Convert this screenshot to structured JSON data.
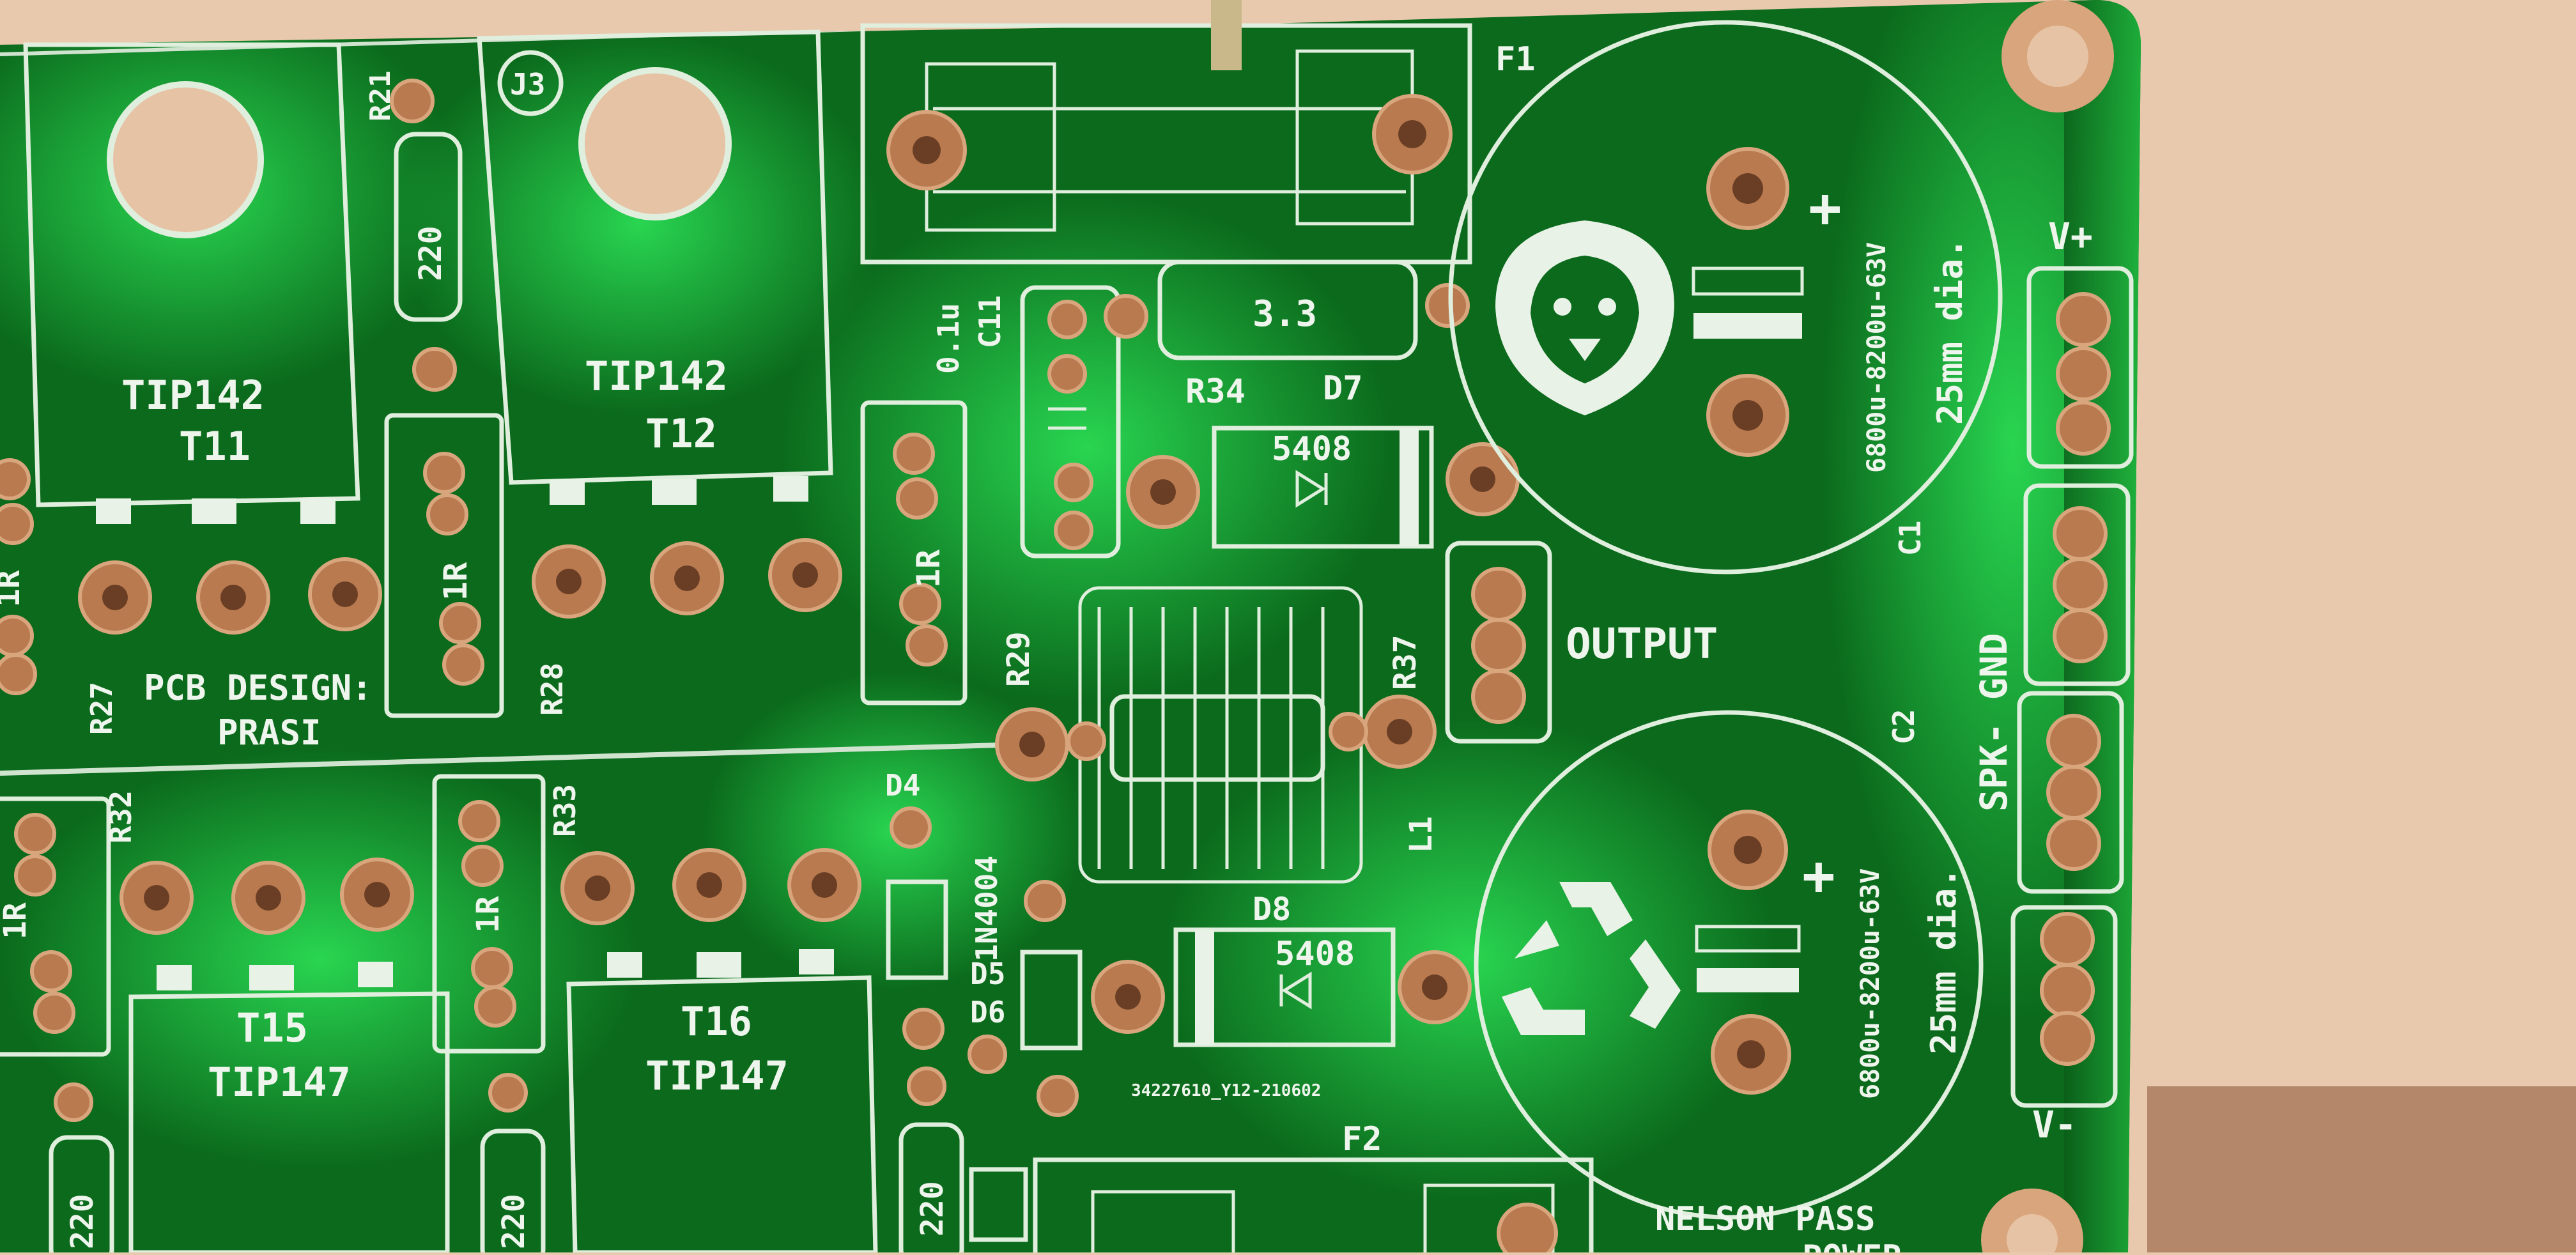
{
  "photo": {
    "board": {
      "colors": {
        "board": "#0b6a1c",
        "board_light": "#18b63a",
        "board_edge": "#2fd24f",
        "silkscreen": "#e8f2e6",
        "copper": "#b87a4e",
        "background": "#e9c9ad"
      },
      "labels": {
        "r21": "R21",
        "r21_value": "220",
        "j3": "J3",
        "f1": "F1",
        "t11_part": "TIP142",
        "t11": "T11",
        "t12_part": "TIP142",
        "t12": "T12",
        "c11": "C11",
        "c11_value": "0.1u",
        "r34_value": "3.3",
        "r34": "R34",
        "d7": "D7",
        "d7_value": "5408",
        "c1": "C1",
        "c1_rating": "6800u-8200u-63V",
        "c1_dia": "25mm dia.",
        "plus_top": "+",
        "v_plus": "V+",
        "spk_gnd": "SPK- GND",
        "output": "OUTPUT",
        "r37": "R37",
        "r29": "R29",
        "r29_value": "1R",
        "r28_value": "1R",
        "r27": "R27",
        "r28": "R28",
        "design_line1": "PCB DESIGN:",
        "design_line2": "PRASI",
        "l1": "L1",
        "c2": "C2",
        "c2_rating": "6800u-8200u-63V",
        "c2_dia": "25mm dia.",
        "plus_bottom": "+",
        "v_minus": "V-",
        "d4": "D4",
        "d4_value": "1N4004",
        "d5": "D5",
        "d6": "D6",
        "d8": "D8",
        "d8_value": "5408",
        "serial": "34227610_Y12-210602",
        "f2": "F2",
        "r32": "R32",
        "r33": "R33",
        "t15": "T15",
        "t15_part": "TIP147",
        "t16": "T16",
        "t16_part": "TIP147",
        "r32_value": "1R",
        "r33_value": "1R",
        "r_left_value": "1R",
        "r_bottom1_value": "220",
        "r_bottom2_value": "220",
        "r_bottom3_value": "220",
        "credit": "NELSON PASS",
        "credit_cut": "POWER"
      }
    }
  }
}
